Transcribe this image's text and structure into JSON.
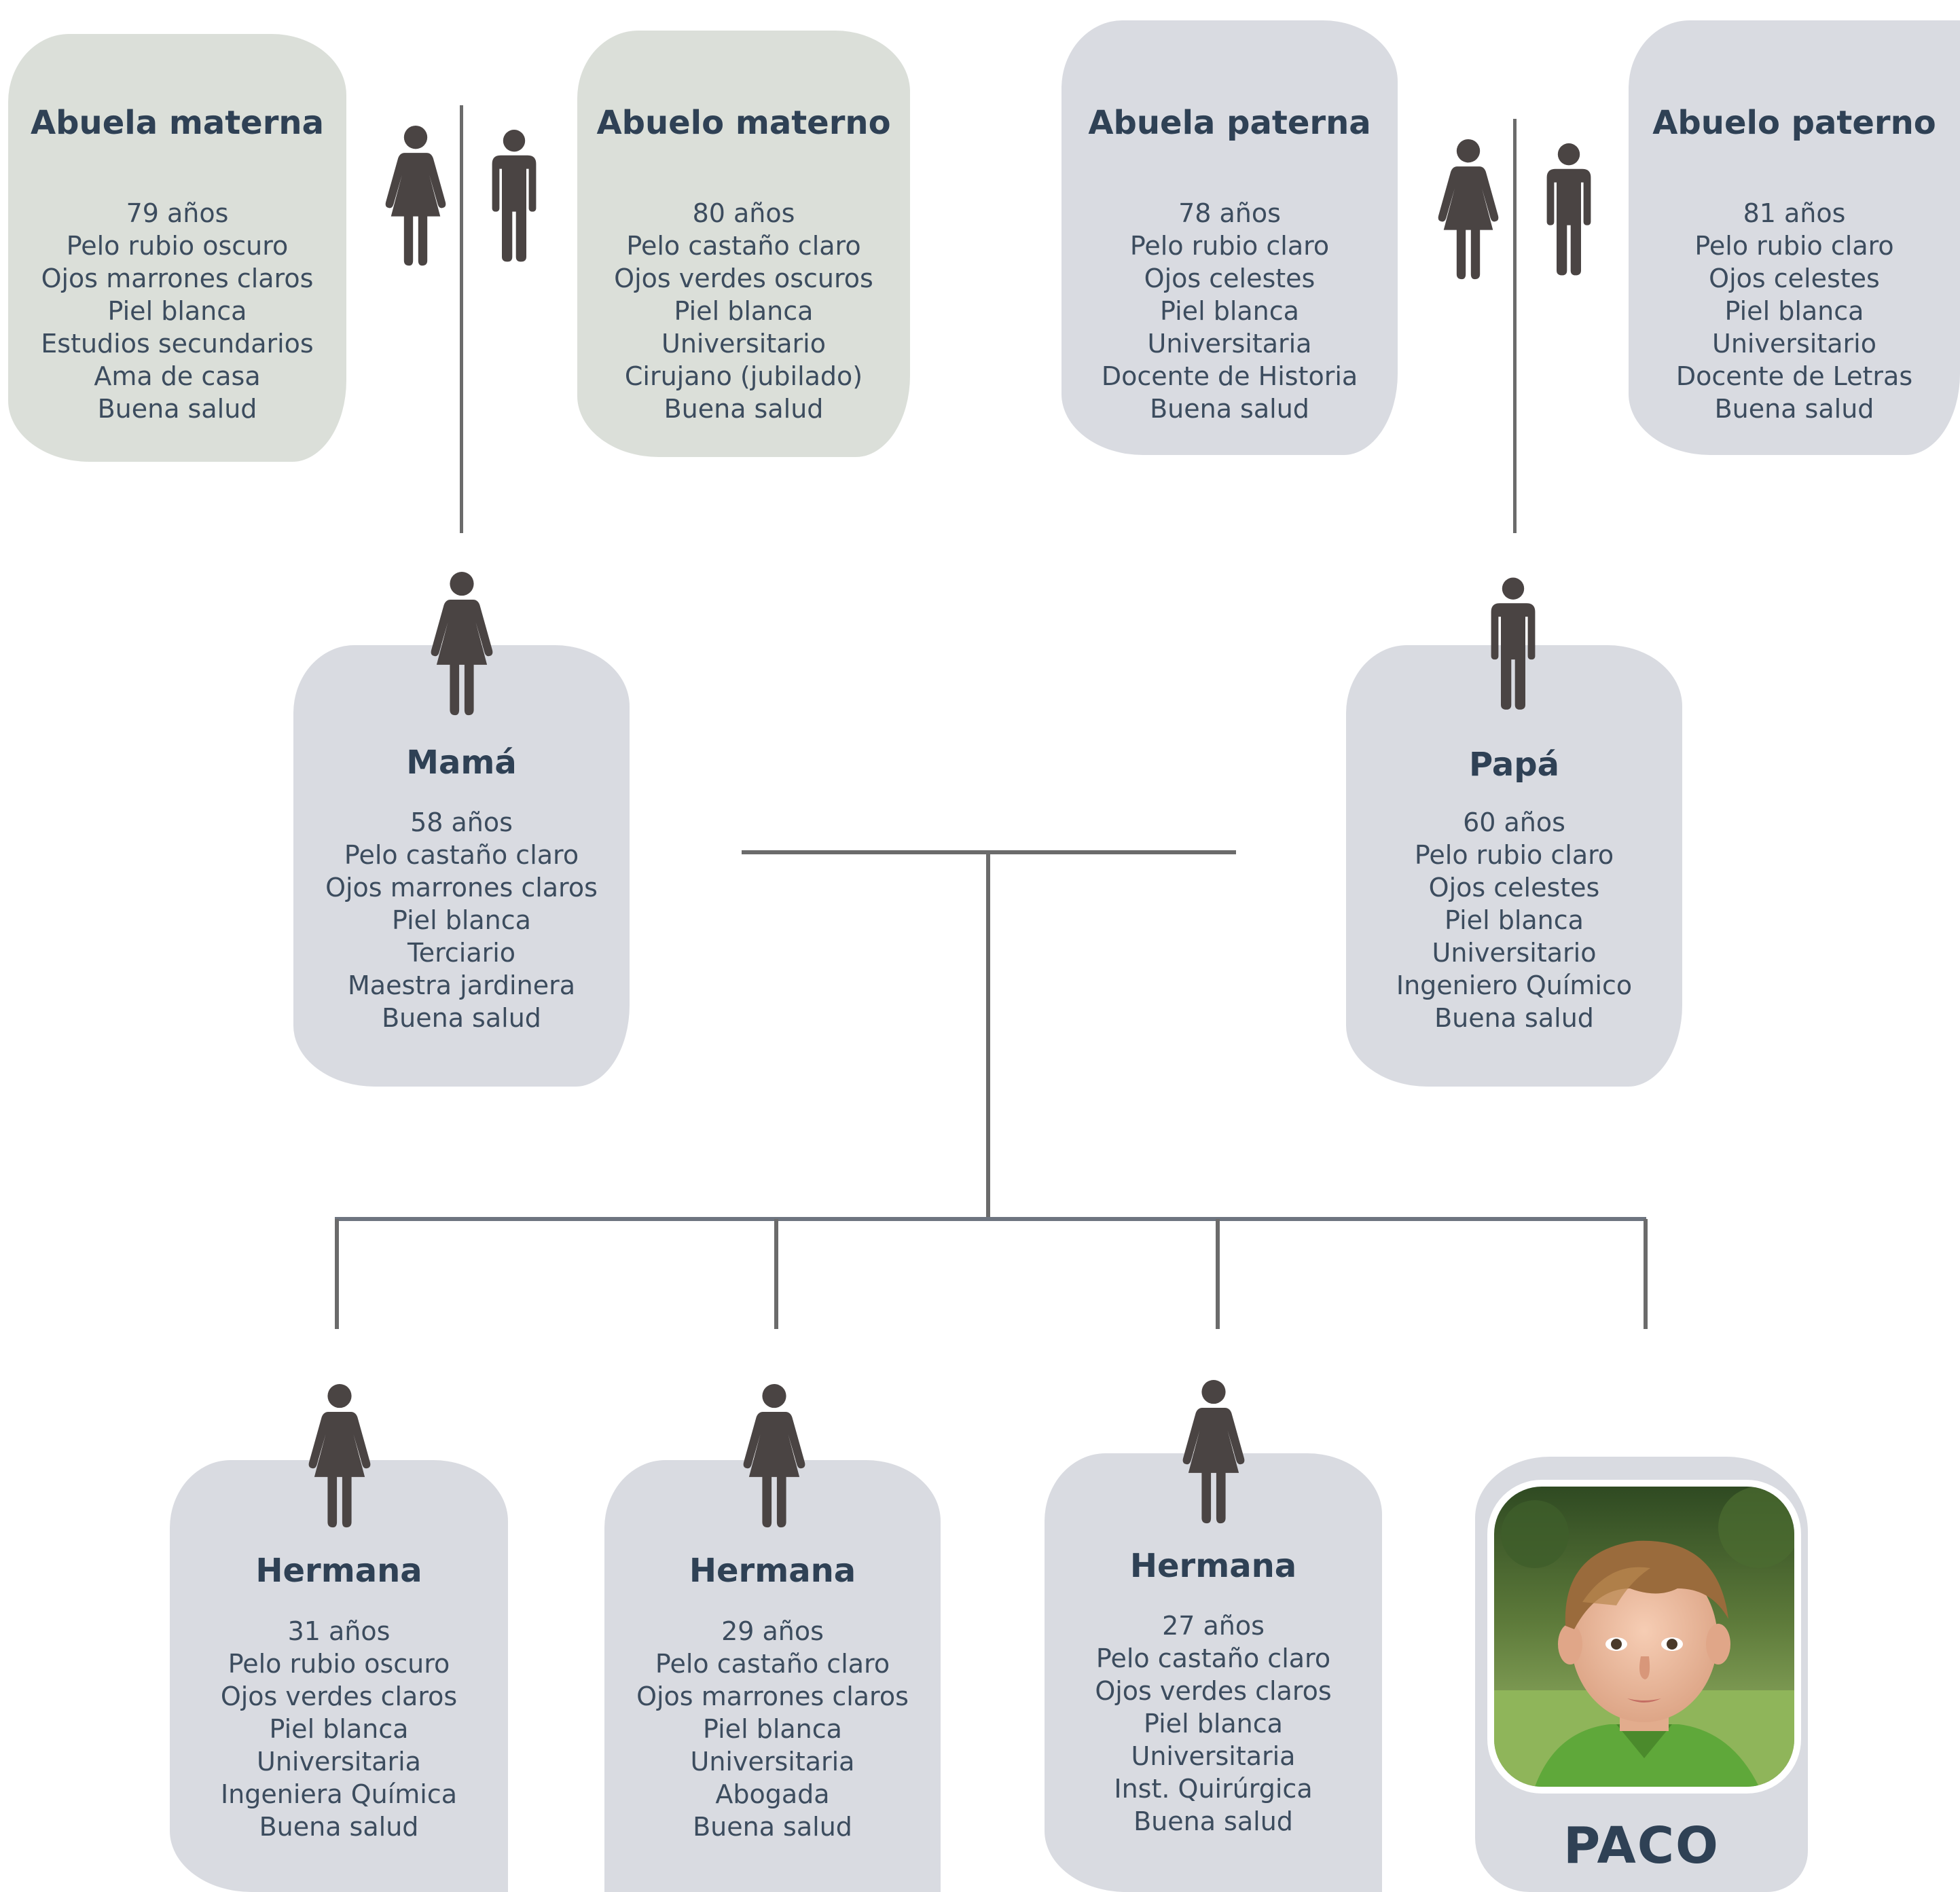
{
  "members": {
    "abuela_materna": {
      "title": "Abuela materna",
      "details": [
        "79 años",
        "Pelo rubio oscuro",
        "Ojos marrones claros",
        "Piel blanca",
        "Estudios secundarios",
        "Ama de casa",
        "Buena salud"
      ]
    },
    "abuelo_materno": {
      "title": "Abuelo materno",
      "details": [
        "80 años",
        "Pelo castaño claro",
        "Ojos verdes oscuros",
        "Piel blanca",
        "Universitario",
        "Cirujano (jubilado)",
        "Buena salud"
      ]
    },
    "abuela_paterna": {
      "title": "Abuela paterna",
      "details": [
        "78 años",
        "Pelo rubio claro",
        "Ojos celestes",
        "Piel blanca",
        "Universitaria",
        "Docente de Historia",
        "Buena salud"
      ]
    },
    "abuelo_paterno": {
      "title": "Abuelo paterno",
      "details": [
        "81 años",
        "Pelo rubio claro",
        "Ojos celestes",
        "Piel blanca",
        "Universitario",
        "Docente de Letras",
        "Buena salud"
      ]
    },
    "mama": {
      "title": "Mamá",
      "details": [
        "58 años",
        "Pelo castaño claro",
        "Ojos marrones claros",
        "Piel blanca",
        "Terciario",
        "Maestra jardinera",
        "Buena salud"
      ]
    },
    "papa": {
      "title": "Papá",
      "details": [
        "60 años",
        "Pelo rubio claro",
        "Ojos celestes",
        "Piel blanca",
        "Universitario",
        "Ingeniero Químico",
        "Buena salud"
      ]
    },
    "hermana_1": {
      "title": "Hermana",
      "details": [
        "31 años",
        "Pelo rubio oscuro",
        "Ojos verdes claros",
        "Piel blanca",
        "Universitaria",
        "Ingeniera Química",
        "Buena salud"
      ]
    },
    "hermana_2": {
      "title": "Hermana",
      "details": [
        "29 años",
        "Pelo castaño claro",
        "Ojos marrones claros",
        "Piel blanca",
        "Universitaria",
        "Abogada",
        "Buena salud"
      ]
    },
    "hermana_3": {
      "title": "Hermana",
      "details": [
        "27 años",
        "Pelo castaño claro",
        "Ojos verdes claros",
        "Piel blanca",
        "Universitaria",
        "Inst. Quirúrgica",
        "Buena salud"
      ]
    },
    "paco": {
      "title": "PACO"
    }
  },
  "icons": {
    "female": "female-figure-icon",
    "male": "male-figure-icon",
    "photo": "child-portrait-photo"
  },
  "colors": {
    "maternal_card": "#dbdfd9",
    "card": "#d9dbe1",
    "heading": "#2f4155",
    "text": "#3c4c5e",
    "figure": "#4a4443",
    "connector": "#6b6b6b"
  }
}
